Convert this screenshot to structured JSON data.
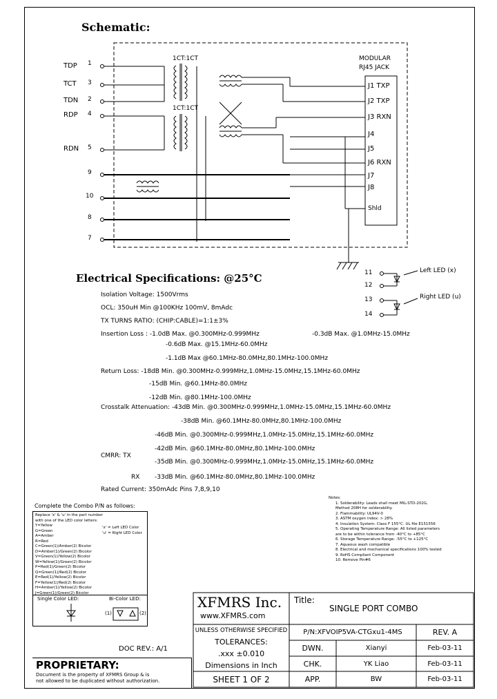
{
  "schematic": {
    "title": "Schematic:",
    "pins_left": [
      "TDP",
      "TCT",
      "TDN",
      "RDP",
      "RDN"
    ],
    "pin_numbers": [
      "1",
      "3",
      "2",
      "4",
      "5",
      "9",
      "10",
      "8",
      "7"
    ],
    "transformer_labels": [
      "1CT:1CT",
      "1CT:1CT"
    ],
    "jack_title_1": "MODULAR",
    "jack_title_2": "RJ45 JACK",
    "jack_pins": [
      "J1 TXP",
      "J2 TXP",
      "J3 RXN",
      "J4",
      "J5",
      "J6 RXN",
      "J7",
      "J8",
      "Shld"
    ],
    "led_pins": [
      "11",
      "12",
      "13",
      "14"
    ],
    "led_labels": [
      "Left LED (x)",
      "Right LED (u)"
    ]
  },
  "specs": {
    "title": "Electrical Specifications: @25°C",
    "lines": [
      "Isolation Voltage:  1500Vrms",
      "OCL: 350uH Min @100KHz 100mV, 8mAdc",
      "TX TURNS RATIO: (CHIP:CABLE)=1:1±3%",
      "Insertion Loss :   -1.0dB  Max. @0.300MHz-0.999MHz",
      "-0.3dB  Max. @1.0MHz-15.0MHz",
      "-0.6dB  Max. @15.1MHz-60.0MHz",
      "-1.1dB  Max @60.1MHz-80.0MHz,80.1MHz-100.0MHz",
      "Return Loss:  -18dB  Min.  @0.300MHz-0.999MHz,1.0MHz-15.0MHz,15.1MHz-60.0MHz",
      "-15dB  Min.  @60.1MHz-80.0MHz",
      "-12dB  Min.  @80.1MHz-100.0MHz",
      "Crosstalk Attenuation:  -43dB  Min. @0.300MHz-0.999MHz,1.0MHz-15.0MHz,15.1MHz-60.0MHz",
      "-38dB  Min.  @60.1MHz-80.0MHz,80.1MHz-100.0MHz",
      "-46dB  Min.  @0.300MHz-0.999MHz,1.0MHz-15.0MHz,15.1MHz-60.0MHz",
      "CMRR:  TX",
      "-42dB  Min.  @60.1MHz-80.0MHz,80.1MHz-100.0MHz",
      "-35dB  Min.  @0.300MHz-0.999MHz,1.0MHz-15.0MHz,15.1MHz-60.0MHz",
      "RX",
      "-33dB  Min.  @60.1MHz-80.0MHz,80.1MHz-100.0MHz",
      "Rated Current:   350mAdc Pins 7,8,9,10"
    ]
  },
  "combo": {
    "heading": "Complete the Combo P/N as follows:",
    "lines": [
      "Replace 'x' & 'u' in the part number",
      "with one of the LED color letters:",
      "Y=Yellow",
      "G=Green",
      "A=Amber",
      "R=Red",
      "C=Green(1)/Amber(2) Bicolor",
      "D=Amber(1)/Green(2) Bicolor",
      "V=Green(1)/Yellow(2) Bicolor",
      "W=Yellow(1)/Green(2) Bicolor",
      "P=Red(1)/Green(2) Bicolor",
      "Q=Green(1)/Red(2) Bicolor",
      "E=Red(1)/Yellow(2) Bicolor",
      "F=Yellow(1)/Red(2) Bicolor",
      "H=Amber(1)/Yellow(2) Bicolor",
      "J=Green(1)/Green(2) Bicolor"
    ],
    "x_note": "'x' = Left LED Color",
    "u_note": "'u' = Right LED Color",
    "single_led": "Single Color LED:",
    "bicolor_led": "Bi-Color LED:",
    "led_mark_1": "(1)",
    "led_mark_2": "(2)"
  },
  "notes": {
    "heading": "Notes:",
    "items": [
      "1. Solderability: Leads shall meet MIL-STD-202G,",
      "    Method 208H for solderability.",
      "2. Flammability: UL94V-0",
      "3. ASTM oxygen index: > 28%",
      "4. Insulation System: Class F 155°C. UL file E151556",
      "5. Operating Temperature Range: All listed parameters",
      "    are to be within tolerance from -40°C to +85°C",
      "6. Storage Temperature Range: -55°C to +125°C",
      "7. Aqueous wash compatible",
      "8. Electrical and mechanical specifications 100% tested",
      "9. RoHS Compliant Component",
      "10. Remove Pin#6"
    ]
  },
  "doc": {
    "rev_label": "DOC REV.: A/1",
    "proprietary": "PROPRIETARY:",
    "prop_text_1": "Document is the property of XFMRS Group & is",
    "prop_text_2": "not allowed to be duplicated without authorization."
  },
  "titleblock": {
    "company": "XFMRS Inc.",
    "website": "www.XFMRS.com",
    "title_label": "Title:",
    "title": "SINGLE PORT COMBO",
    "unless": "UNLESS OTHERWISE SPECIFIED",
    "tolerances": "TOLERANCES:",
    "tolerance_value": ".xxx ±0.010",
    "dimensions": "Dimensions in Inch",
    "sheet": "SHEET  1  OF  2",
    "pn": "P/N:XFVOIP5VA-CTGxu1-4MS",
    "rev": "REV. A",
    "dwn_label": "DWN.",
    "dwn_name": "Xianyi",
    "dwn_date": "Feb-03-11",
    "chk_label": "CHK.",
    "chk_name": "YK Liao",
    "chk_date": "Feb-03-11",
    "app_label": "APP.",
    "app_name": "BW",
    "app_date": "Feb-03-11"
  }
}
